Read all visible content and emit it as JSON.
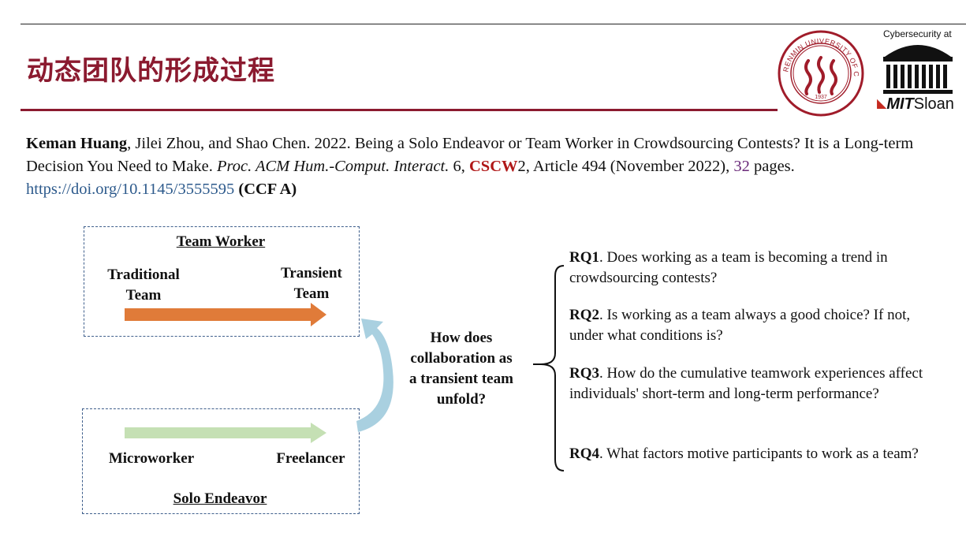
{
  "header": {
    "title": "动态团队的形成过程",
    "mit_caption": "Cybersecurity at",
    "mit_brand_bold": "MIT",
    "mit_brand_rest": "Sloan",
    "seal_text": "RENMIN UNIVERSITY OF CHINA",
    "seal_year": "1937"
  },
  "citation": {
    "author_bold": "Keman Huang",
    "text_1": ", Jilei Zhou, and Shao Chen. 2022. Being a Solo Endeavor or Team Worker in Crowdsourcing Contests? It is a Long-term Decision You Need to Make. ",
    "journal_italic": "Proc. ACM Hum.-Comput. Interact.",
    "text_2": " 6, ",
    "venue_red": "CSCW",
    "text_3": "2, Article 494 (November 2022), ",
    "pages_purple": "32",
    "text_4": " pages. ",
    "doi": "https://doi.org/10.1145/3555595",
    "rank": " (CCF A)"
  },
  "diagram": {
    "team_worker_title": "Team Worker",
    "traditional_line1": "Traditional",
    "traditional_line2": "Team",
    "transient_line1": "Transient",
    "transient_line2": "Team",
    "microworker": "Microworker",
    "freelancer": "Freelancer",
    "solo_title": "Solo Endeavor",
    "question_lines": [
      "How does",
      "collaboration as",
      "a transient team",
      "unfold?"
    ]
  },
  "research_questions": [
    {
      "id": "RQ1",
      "text": ". Does working as a team is becoming a trend in crowdsourcing contests?"
    },
    {
      "id": "RQ2",
      "text": ". Is working as a team always a good choice? If not, under what conditions is?"
    },
    {
      "id": "RQ3",
      "text": ". How do the cumulative teamwork experiences affect individuals' short-term and long-term performance?"
    },
    {
      "id": "RQ4",
      "text": ". What factors motive participants to work as a team?"
    }
  ],
  "colors": {
    "title": "#8b1a2f",
    "orange_arrow": "#e07b39",
    "green_arrow": "#c5e0b4",
    "blue_arrow": "#a9d0e0",
    "box_border": "#3f5f8c"
  }
}
